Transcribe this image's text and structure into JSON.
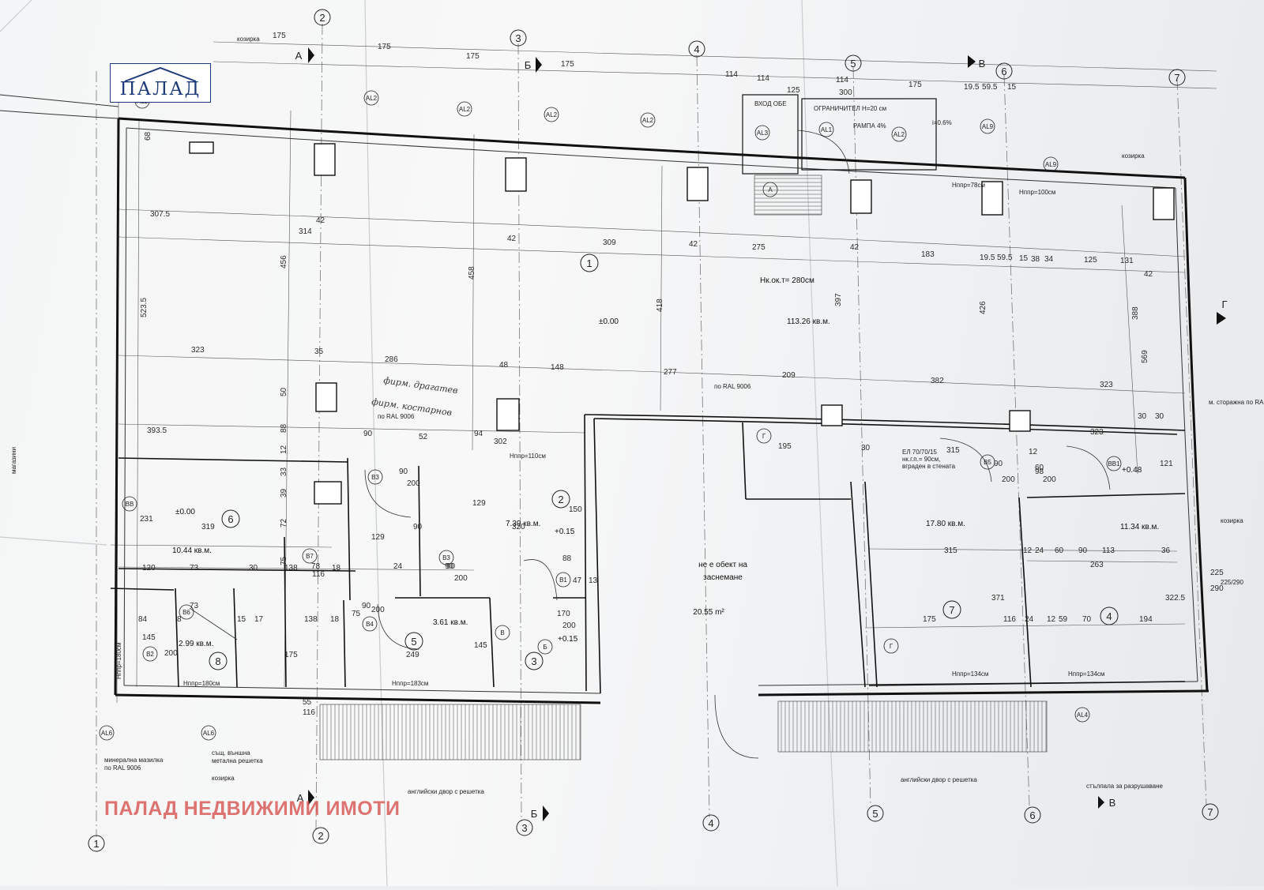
{
  "brand": {
    "logo_text": "ПАЛАД",
    "watermark": "ПАЛАД НЕДВИЖИМИ ИМОТИ"
  },
  "axes": {
    "columns": [
      "1",
      "2",
      "3",
      "4",
      "5",
      "6",
      "7"
    ],
    "sections": [
      "А",
      "Б",
      "В",
      "Г"
    ]
  },
  "rooms": [
    {
      "id": "1",
      "area": "113.26 кв.м.",
      "height": "Нк.ок.т= 280см",
      "level": "±0.00"
    },
    {
      "id": "2",
      "area": "7.39 кв.м.",
      "level": "+0.15"
    },
    {
      "id": "3",
      "level": "+0.15"
    },
    {
      "id": "4",
      "area": "11.34 кв.м.",
      "level": "+0.48"
    },
    {
      "id": "5",
      "area": "3.61 кв.м."
    },
    {
      "id": "6",
      "area": "10.44 кв.м.",
      "level": "±0.00"
    },
    {
      "id": "7",
      "area": "17.80 кв.м."
    },
    {
      "id": "8",
      "area": "2.99 кв.м."
    }
  ],
  "excluded": {
    "line1": "не е обект на",
    "line2": "заснемане",
    "area": "20.55 m²"
  },
  "dims": {
    "top_row": [
      "175",
      "175",
      "175",
      "175",
      "114",
      "114",
      "114",
      "175",
      "19.5",
      "59.5",
      "15"
    ],
    "top_extra": [
      "125",
      "300"
    ],
    "row_314": [
      "314",
      "309",
      "275",
      "183",
      "19.5",
      "59.5",
      "15",
      "38",
      "34",
      "125",
      "131"
    ],
    "row_323": [
      "323",
      "286",
      "48",
      "148",
      "277",
      "209",
      "382",
      "323"
    ],
    "left_col": [
      "68",
      "456",
      "523.5",
      "50",
      "88",
      "12",
      "33",
      "39",
      "72",
      "75",
      "42"
    ],
    "mid_v": [
      "458",
      "418",
      "397",
      "426",
      "388",
      "569"
    ],
    "misc": [
      "307.5",
      "42",
      "42",
      "42",
      "42",
      "42",
      "35",
      "393.5",
      "90",
      "52",
      "302",
      "94",
      "129",
      "150",
      "195",
      "30",
      "315",
      "12",
      "323",
      "98",
      "121",
      "30",
      "30",
      "319",
      "231",
      "120",
      "73",
      "30",
      "138",
      "18",
      "129",
      "90",
      "320",
      "75",
      "24",
      "90",
      "88",
      "47",
      "13",
      "84",
      "8",
      "73",
      "15",
      "17",
      "138",
      "18",
      "175",
      "145",
      "249",
      "145",
      "200",
      "315",
      "12",
      "24",
      "60",
      "90",
      "113",
      "36",
      "263",
      "175",
      "116",
      "24",
      "12",
      "59",
      "70",
      "194",
      "371",
      "322.5",
      "225",
      "290",
      "60",
      "200",
      "90",
      "200",
      "90",
      "200",
      "90",
      "200",
      "170",
      "200",
      "90",
      "200",
      "78",
      "116",
      "55",
      "116"
    ]
  },
  "door_tags": [
    "B2",
    "B3",
    "B3",
    "B4",
    "B5",
    "B6",
    "B7",
    "B1",
    "BB1",
    "Г",
    "Г",
    "B",
    "Б",
    "A"
  ],
  "element_tags": [
    "AL2",
    "AL2",
    "AL2",
    "AL2",
    "AL2",
    "AL1",
    "AL2",
    "AL9",
    "AL9",
    "AL6",
    "AL6",
    "AL4",
    "AL3",
    "ВВ"
  ],
  "notes": {
    "entrance": "ВХОД ОБЕ",
    "limiter": "ОГРАНИЧИТЕЛ Н=20 см",
    "ramp": "РАМПА 4%",
    "i_note": "i=0.6%",
    "kozirka_top": "козирка",
    "kozirka_right": "козирка",
    "kozirka_bottom": "козирка",
    "ral_1": "по RAL 9006",
    "ral_2": "по RAL 9006",
    "ral_3": "по RAL 9006",
    "ral_4": "по RAL 9006",
    "ral_right": "м. сторажна по RAL",
    "hnpr_78": "Нппр=78см",
    "hnpr_100": "Нппр=100см",
    "hnpr_110": "Нппр=110см",
    "hnpr_180a": "Нппр=180см",
    "hnpr_180b": "Нппр=180см",
    "hnpr_183": "Нппр=183см",
    "hnpr_134a": "Нппр=134см",
    "hnpr_134b": "Нппр=134см",
    "el": "ЕЛ 70/70/15",
    "el_sub1": "нк.г.п.= 90см,",
    "el_sub2": "вграден в стената",
    "shops": "магазини",
    "metal_grid1": "същ. външна",
    "metal_grid2": "метална решетка",
    "mineral": "минерална мазилка",
    "eng_yard_1": "английски двор с решетка",
    "eng_yard_2": "английски двор с решетка",
    "stalpala": "стълпала за разрушаване",
    "hand1": "фирм. драгатев",
    "hand2": "фирм. костарнов",
    "frac": "225/290"
  }
}
